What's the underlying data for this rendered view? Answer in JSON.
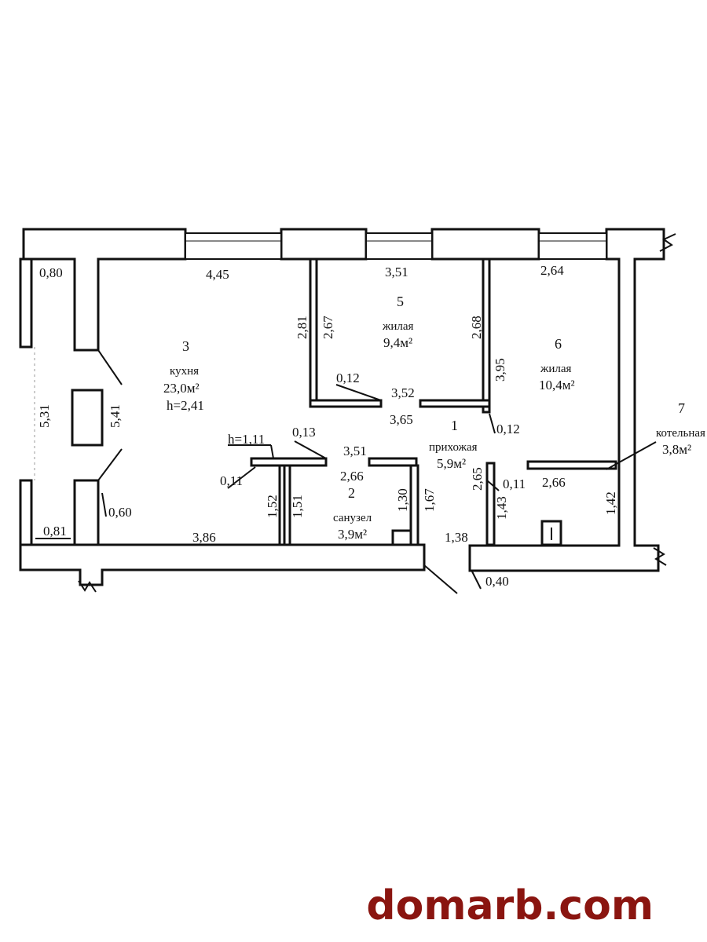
{
  "rooms": {
    "kitchen": {
      "number": "3",
      "name": "кухня",
      "area": "23,0м²",
      "height": "h=2,41"
    },
    "living5": {
      "number": "5",
      "name": "жилая",
      "area": "9,4м²"
    },
    "living6": {
      "number": "6",
      "name": "жилая",
      "area": "10,4м²"
    },
    "hall": {
      "number": "1",
      "name": "прихожая",
      "area": "5,9м²"
    },
    "bathroom": {
      "number": "2",
      "name": "санузел",
      "area": "3,9м²"
    },
    "boiler": {
      "number": "7",
      "name": "котельная",
      "area": "3,8м²"
    }
  },
  "dimensions": {
    "d_080": "0,80",
    "d_445": "4,45",
    "d_351_top": "3,51",
    "d_264": "2,64",
    "d_531": "5,31",
    "d_541": "5,41",
    "d_281": "2,81",
    "d_267": "2,67",
    "d_268": "2,68",
    "d_395": "3,95",
    "d_012_a": "0,12",
    "d_352": "3,52",
    "d_365": "3,65",
    "d_012_b": "0,12",
    "d_h111": "h=1,11",
    "d_013": "0,13",
    "d_351_mid": "3,51",
    "d_011_a": "0,11",
    "d_266_a": "2,66",
    "d_265": "2,65",
    "d_011_b": "0,11",
    "d_266_b": "2,66",
    "d_142": "1,42",
    "d_152": "1,52",
    "d_151": "1,51",
    "d_130": "1,30",
    "d_167": "1,67",
    "d_143": "1,43",
    "d_060": "0,60",
    "d_081": "0,81",
    "d_386": "3,86",
    "d_138": "1,38",
    "d_040": "0,40"
  },
  "watermark": "domarb.com",
  "colors": {
    "walls": "#111111",
    "watermark": "#8a1510",
    "background": "#ffffff"
  }
}
